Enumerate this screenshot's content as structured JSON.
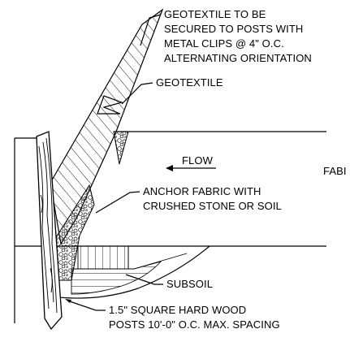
{
  "labels": {
    "geotextile_note": [
      "GEOTEXTILE TO BE",
      "SECURED TO POSTS WITH",
      "METAL CLIPS @ 4\" O.C.",
      "ALTERNATING ORIENTATION"
    ],
    "geotextile": "GEOTEXTILE",
    "flow": "FLOW",
    "fabric_cut": "FABI",
    "anchor_fabric": [
      "ANCHOR FABRIC WITH",
      "CRUSHED STONE OR SOIL"
    ],
    "subsoil": "SUBSOIL",
    "posts": [
      "1.5\" SQUARE HARD WOOD",
      "POSTS 10'-0\" O.C. MAX. SPACING"
    ]
  }
}
